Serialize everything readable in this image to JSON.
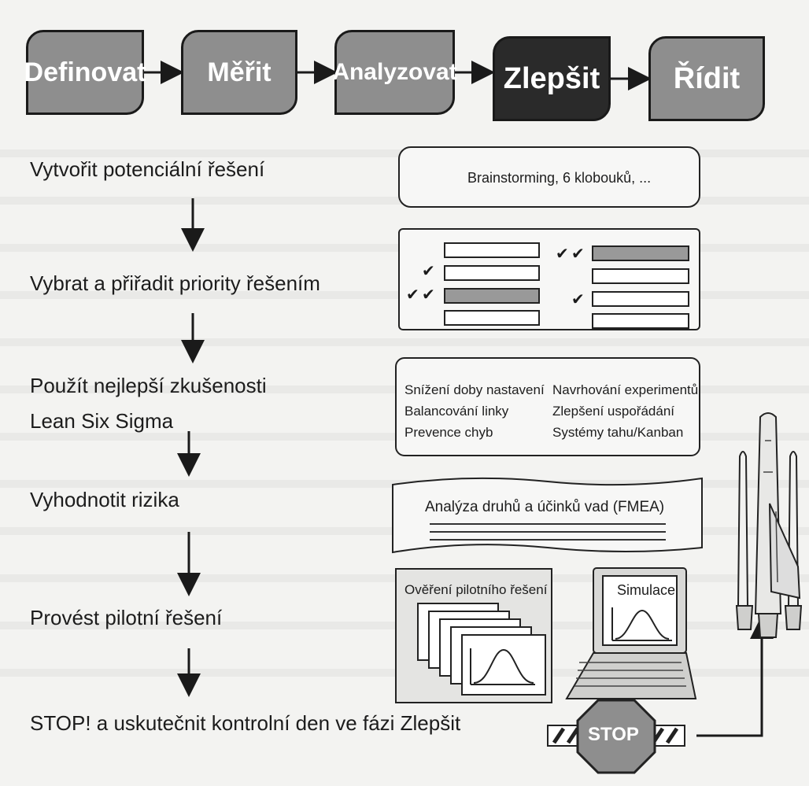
{
  "phases": [
    {
      "label": "Definovat",
      "active": false
    },
    {
      "label": "Měřit",
      "active": false
    },
    {
      "label": "Analyzovat",
      "active": false
    },
    {
      "label": "Zlepšit",
      "active": true
    },
    {
      "label": "Řídit",
      "active": false
    }
  ],
  "steps": [
    "Vytvořit potenciální řešení",
    "Vybrat a přiřadit priority řešením",
    "Použít nejlepší zkušenosti",
    "Lean Six Sigma",
    "Vyhodnotit rizika",
    "Provést pilotní řešení",
    "STOP! a uskutečnit kontrolní den ve fázi Zlepšit"
  ],
  "brainstorm": "Brainstorming, 6 klobouků, ...",
  "practices": [
    "Snížení doby nastavení",
    "Balancování linky",
    "Prevence chyb",
    "Navrhování experimentů",
    "Zlepšení uspořádání",
    "Systémy tahu/Kanban"
  ],
  "fmea": "Analýza druhů a účinků vad (FMEA)",
  "pilot": "Ověření pilotního řešení",
  "simulation": "Simulace",
  "stop": "STOP",
  "colors": {
    "phase": "#8e8e8e",
    "phase_active": "#2a2a2a",
    "border": "#1a1a1a",
    "background": "#f3f3f1"
  }
}
